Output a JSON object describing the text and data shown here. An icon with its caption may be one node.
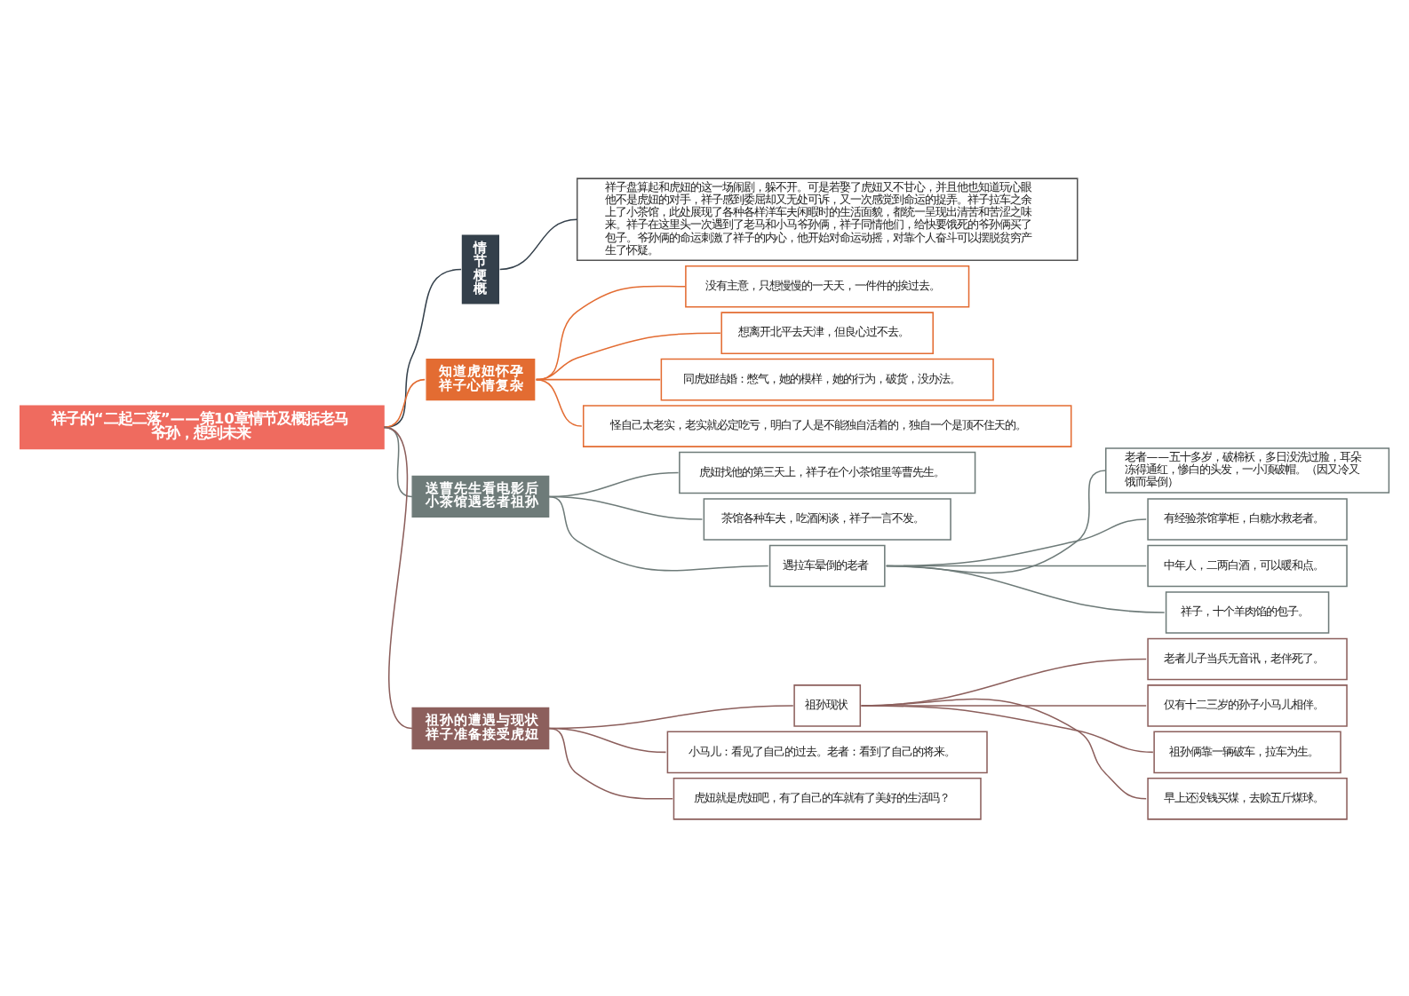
{
  "diagram": {
    "nodes": [
      {
        "text": [
          "祥子的“二起二落”——第10章情节及概括老马爷孙，想到未来"
        ]
      },
      {
        "text": [
          "情节梗概"
        ]
      },
      {
        "text": [
          "祥子盘算起和虎妞的这一场闹剧，躲不开。可是若娶了虎妞又不甘心，并且他也知道玩心眼他不是虎妞的对手，祥子感到委屈却又无处可诉，又一次感觉到命运的捉弄。祥子拉车之余上了小茶馆，此处展现了各种各样洋车夫闲暇时的生活面貌，都统一呈现出清苦和苦涩之味来。祥子在这里头一次遇到了老马和小马爷孙俩，祥子同情他们，给快要饿死的爷孙俩买了包子。爷孙俩的命运刺激了祥子的内心，他开始对命运动摇，对靠个人奋斗可以摆脱贫穷产生了怀疑。"
        ]
      },
      {
        "text": [
          "知道虎妞怀孕祥子心情复杂"
        ]
      },
      {
        "text": [
          "没有主意，只想慢慢的一天天，一件件的挨过去。"
        ]
      },
      {
        "text": [
          "想离开北平去天津，但良心过不去。"
        ]
      },
      {
        "text": [
          "同虎妞结婚：憋气，她的模样，她的行为，破货，没办法。"
        ]
      },
      {
        "text": [
          "怪自己太老实，老实就必定吃亏，明白了人是不能独自活着的，独自一个是顶不住天的。"
        ]
      },
      {
        "text": [
          "送曹先生看电影后小茶馆遇老者祖孙"
        ]
      },
      {
        "text": [
          "虎妞找他的第三天上，祥子在个小茶馆里等曹先生。"
        ]
      },
      {
        "text": [
          "茶馆各种车夫，吃酒闲谈，祥子一言不发。"
        ]
      },
      {
        "text": [
          "遇拉车晕倒的老者"
        ]
      },
      {
        "text": [
          "老者——五十多岁，破棉袄，多日没洗过脸，耳朵冻得通红，惨白的头发，一小顶破帽。（因又冷又饿而晕倒）"
        ]
      },
      {
        "text": [
          "有经验茶馆掌柜，白糖水救老者。"
        ]
      },
      {
        "text": [
          "中年人，二两白酒，可以暖和点。"
        ]
      },
      {
        "text": [
          "祥子，十个羊肉馅的包子。"
        ]
      },
      {
        "text": [
          "祖孙的遭遇与现状祥子准备接受虎妞"
        ]
      },
      {
        "text": [
          "祖孙现状"
        ]
      },
      {
        "text": [
          "老者儿子当兵无音讯，老伴死了。"
        ]
      },
      {
        "text": [
          "仅有十二三岁的孙子小马儿相伴。"
        ]
      },
      {
        "text": [
          "祖孙俩靠一辆破车，拉车为生。"
        ]
      },
      {
        "text": [
          "早上还没钱买煤，去赊五斤煤球。"
        ]
      },
      {
        "text": [
          "小马儿：看见了自己的过去。老者：看到了自己的将来。"
        ]
      },
      {
        "text": [
          "虎妞就是虎妞吧，有了自己的车就有了美好的生活吗？"
        ]
      }
    ],
    "edges": [
      {
        "from": 0,
        "to": 1,
        "arrow": "none",
        "color": "#34404b"
      },
      {
        "from": 1,
        "to": 2,
        "arrow": "none",
        "color": "#34404b"
      },
      {
        "from": 0,
        "to": 3,
        "arrow": "none",
        "color": "#e36c32"
      },
      {
        "from": 3,
        "to": 4,
        "arrow": "none",
        "color": "#e36c32"
      },
      {
        "from": 3,
        "to": 5,
        "arrow": "none",
        "color": "#e36c32"
      },
      {
        "from": 3,
        "to": 6,
        "arrow": "none",
        "color": "#e36c32"
      },
      {
        "from": 3,
        "to": 7,
        "arrow": "none",
        "color": "#e36c32"
      },
      {
        "from": 0,
        "to": 8,
        "arrow": "none"
      },
      {
        "from": 8,
        "to": 9,
        "arrow": "none"
      },
      {
        "from": 8,
        "to": 10,
        "arrow": "none"
      },
      {
        "from": 8,
        "to": 11,
        "arrow": "none"
      },
      {
        "from": 11,
        "to": 12,
        "arrow": "none"
      },
      {
        "from": 11,
        "to": 13,
        "arrow": "none"
      },
      {
        "from": 11,
        "to": 14,
        "arrow": "none"
      },
      {
        "from": 11,
        "to": 15,
        "arrow": "none"
      },
      {
        "from": 0,
        "to": 16,
        "arrow": "none",
        "color": "#8c5f5c"
      },
      {
        "from": 16,
        "to": 17,
        "arrow": "none",
        "color": "#8c5f5c"
      },
      {
        "from": 17,
        "to": 18,
        "arrow": "none",
        "color": "#8c5f5c"
      },
      {
        "from": 17,
        "to": 19,
        "arrow": "none",
        "color": "#8c5f5c"
      },
      {
        "from": 17,
        "to": 20,
        "arrow": "none",
        "color": "#8c5f5c"
      },
      {
        "from": 17,
        "to": 21,
        "arrow": "none",
        "color": "#8c5f5c"
      },
      {
        "from": 16,
        "to": 22,
        "arrow": "none",
        "color": "#8c5f5c"
      },
      {
        "from": 16,
        "to": 23,
        "arrow": "none",
        "color": "#8c5f5c"
      }
    ]
  }
}
